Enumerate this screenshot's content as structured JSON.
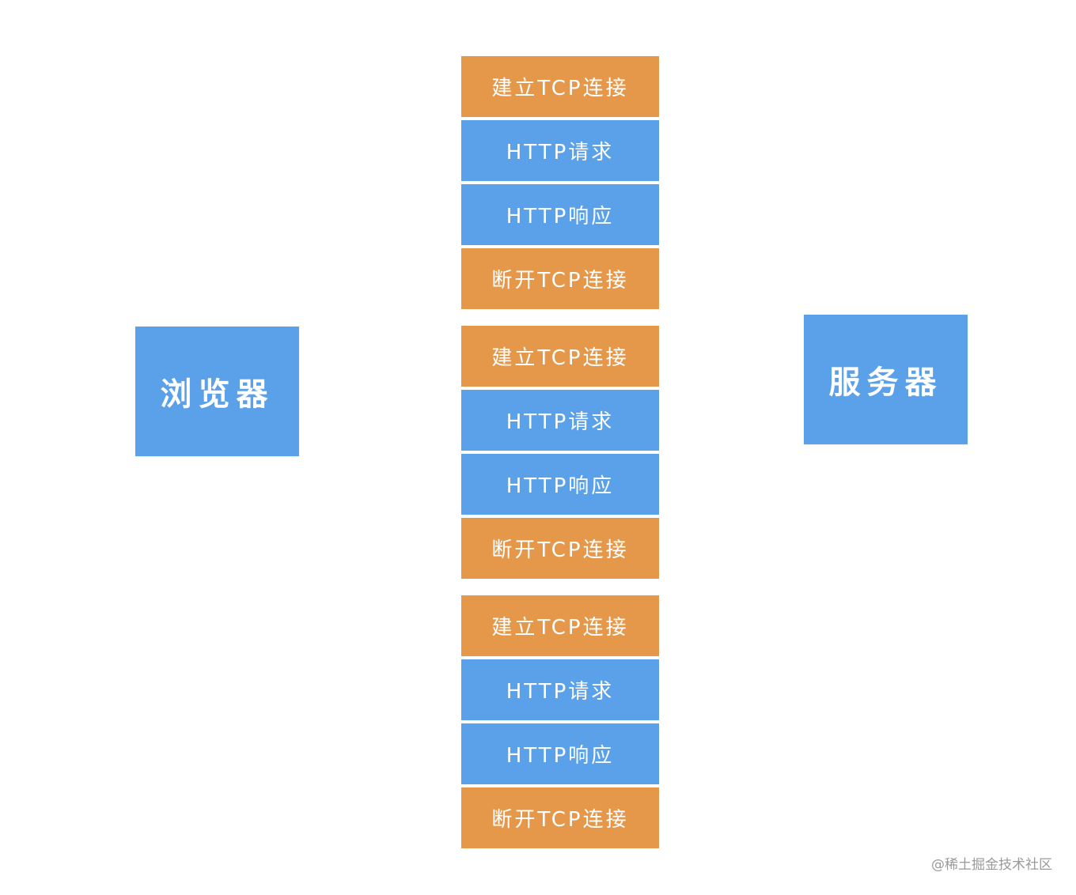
{
  "colors": {
    "blue": "#5aa1ea",
    "orange": "#e6984a",
    "text": "#ffffff"
  },
  "browser": {
    "label": "浏览器"
  },
  "server": {
    "label": "服务器"
  },
  "groups": [
    {
      "steps": [
        {
          "label": "建立TCP连接",
          "color": "orange"
        },
        {
          "label": "HTTP请求",
          "color": "blue"
        },
        {
          "label": "HTTP响应",
          "color": "blue"
        },
        {
          "label": "断开TCP连接",
          "color": "orange"
        }
      ]
    },
    {
      "steps": [
        {
          "label": "建立TCP连接",
          "color": "orange"
        },
        {
          "label": "HTTP请求",
          "color": "blue"
        },
        {
          "label": "HTTP响应",
          "color": "blue"
        },
        {
          "label": "断开TCP连接",
          "color": "orange"
        }
      ]
    },
    {
      "steps": [
        {
          "label": "建立TCP连接",
          "color": "orange"
        },
        {
          "label": "HTTP请求",
          "color": "blue"
        },
        {
          "label": "HTTP响应",
          "color": "blue"
        },
        {
          "label": "断开TCP连接",
          "color": "orange"
        }
      ]
    }
  ],
  "watermark": "@稀土掘金技术社区"
}
